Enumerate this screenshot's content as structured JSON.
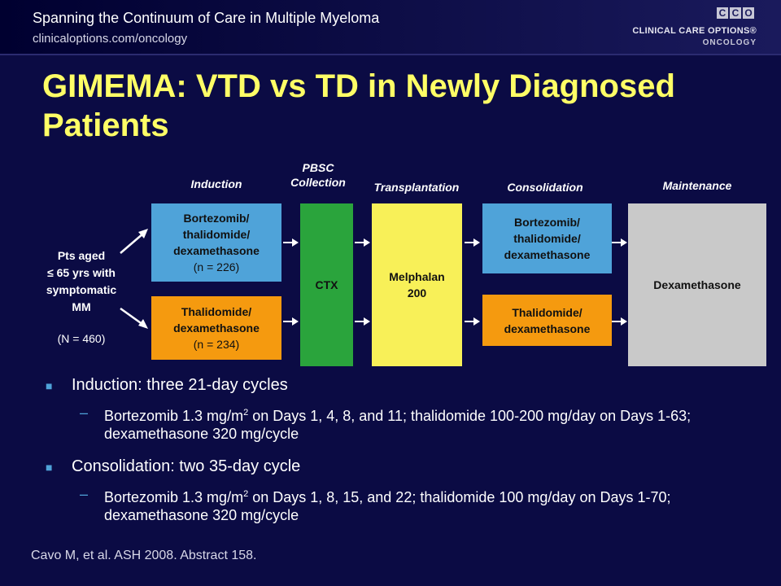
{
  "header": {
    "title": "Spanning the Continuum of Care in Multiple Myeloma",
    "url": "clinicaloptions.com/oncology",
    "logo_letters": [
      "C",
      "C",
      "O"
    ],
    "logo_line1": "CLINICAL CARE OPTIONS®",
    "logo_line2": "ONCOLOGY"
  },
  "slide_title": "GIMEMA: VTD vs TD in Newly Diagnosed Patients",
  "diagram": {
    "phases": {
      "induction": "Induction",
      "pbsc_line1": "PBSC",
      "pbsc_line2": "Collection",
      "transplantation": "Transplantation",
      "consolidation": "Consolidation",
      "maintenance": "Maintenance"
    },
    "patients": {
      "line1": "Pts aged",
      "line2": "≤ 65 yrs with",
      "line3": "symptomatic",
      "line4": "MM",
      "total": "(N = 460)"
    },
    "induction_vtd": {
      "line1": "Bortezomib/",
      "line2": "thalidomide/",
      "line3": "dexamethasone",
      "n": "(n = 226)"
    },
    "induction_td": {
      "line1": "Thalidomide/",
      "line2": "dexamethasone",
      "n": "(n = 234)"
    },
    "pbsc_box": "CTX",
    "transplant_box": {
      "line1": "Melphalan",
      "line2": "200"
    },
    "consolidation_vtd": {
      "line1": "Bortezomib/",
      "line2": "thalidomide/",
      "line3": "dexamethasone"
    },
    "consolidation_td": {
      "line1": "Thalidomide/",
      "line2": "dexamethasone"
    },
    "maintenance_box": "Dexamethasone",
    "colors": {
      "vtd": "#4fa3d9",
      "td": "#f59a0f",
      "ctx": "#2aa43c",
      "melphalan": "#f8f058",
      "maintenance": "#c9c9c9"
    }
  },
  "bullets": {
    "induction": "Induction: three 21-day cycles",
    "induction_detail_a": "Bortezomib 1.3 mg/m",
    "induction_detail_sup": "2",
    "induction_detail_b": " on Days 1, 4, 8, and 11; thalidomide 100-200 mg/day on Days 1-63; dexamethasone 320 mg/cycle",
    "consolidation": "Consolidation: two 35-day cycle",
    "consolidation_detail_a": "Bortezomib 1.3 mg/m",
    "consolidation_detail_sup": "2",
    "consolidation_detail_b": " on Days 1, 8, 15, and 22; thalidomide 100 mg/day on Days 1-70; dexamethasone 320 mg/cycle"
  },
  "citation": "Cavo M, et al. ASH 2008. Abstract 158."
}
